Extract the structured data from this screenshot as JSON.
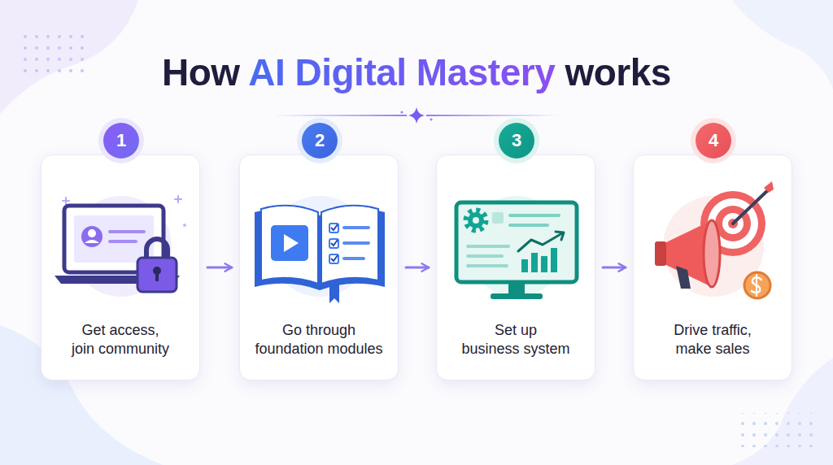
{
  "diagram": {
    "title": "How AI Digital Mastery works",
    "nodes": [
      {
        "text": [
          "Get access, join community"
        ]
      },
      {
        "text": [
          "1"
        ],
        "in": 0
      },
      {
        "text": [
          "Go through foundation modules"
        ]
      },
      {
        "text": [
          "2"
        ],
        "in": 2
      },
      {
        "text": [
          "Set up business system"
        ]
      },
      {
        "text": [
          "3"
        ],
        "in": 4
      },
      {
        "text": [
          "Drive traffic, make sales"
        ]
      },
      {
        "text": [
          "4"
        ],
        "in": 6
      }
    ],
    "edges": [
      {
        "from": 0,
        "to": 2,
        "arrow": "to"
      },
      {
        "from": 2,
        "to": 4,
        "arrow": "to"
      },
      {
        "from": 4,
        "to": 6,
        "arrow": "to"
      }
    ]
  }
}
